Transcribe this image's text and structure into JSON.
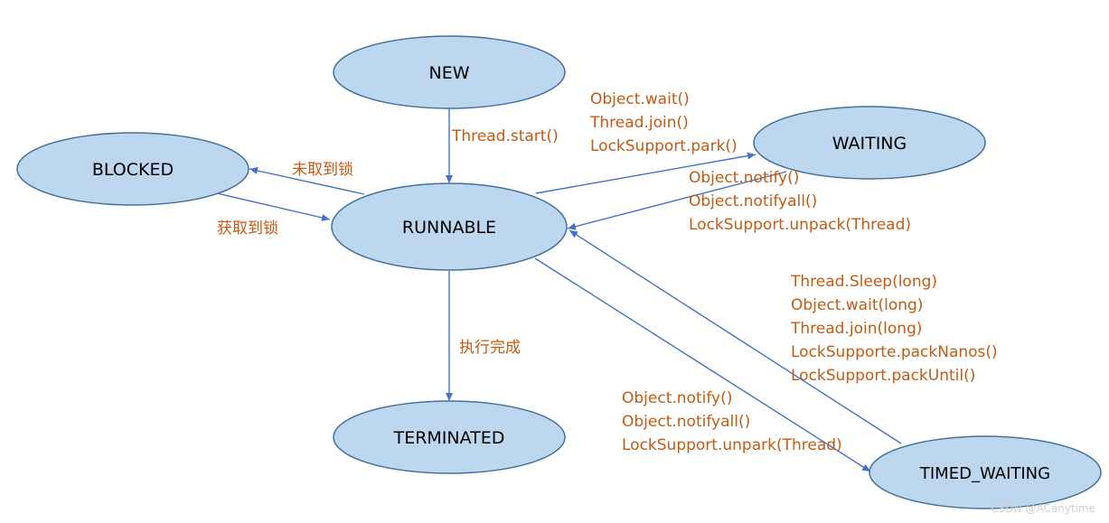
{
  "nodes": {
    "new": "NEW",
    "blocked": "BLOCKED",
    "runnable": "RUNNABLE",
    "waiting": "WAITING",
    "terminated": "TERMINATED",
    "timed_waiting": "TIMED_WAITING"
  },
  "edges": {
    "start": "Thread.start()",
    "no_lock": "未取到锁",
    "got_lock": "获取到锁",
    "done": "执行完成",
    "to_waiting": [
      "Object.wait()",
      "Thread.join()",
      "LockSupport.park()"
    ],
    "from_waiting": [
      "Object.notify()",
      "Object.notifyall()",
      "LockSupport.unpack(Thread)"
    ],
    "to_timed": [
      "Thread.Sleep(long)",
      "Object.wait(long)",
      "Thread.join(long)",
      "LockSupporte.packNanos()",
      "LockSupport.packUntil()"
    ],
    "from_timed": [
      "Object.notify()",
      "Object.notifyall()",
      "LockSupport.unpark(Thread)"
    ]
  },
  "watermark": "CSDN @ACanytime"
}
